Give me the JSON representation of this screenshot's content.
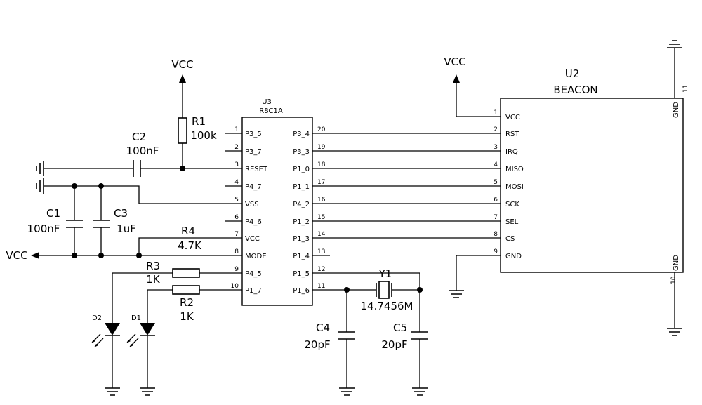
{
  "u3": {
    "ref": "U3",
    "part": "R8C1A",
    "left_pins": [
      {
        "num": "1",
        "name": "P3_5"
      },
      {
        "num": "2",
        "name": "P3_7"
      },
      {
        "num": "3",
        "name": "RESET"
      },
      {
        "num": "4",
        "name": "P4_7"
      },
      {
        "num": "5",
        "name": "VSS"
      },
      {
        "num": "6",
        "name": "P4_6"
      },
      {
        "num": "7",
        "name": "VCC"
      },
      {
        "num": "8",
        "name": "MODE"
      },
      {
        "num": "9",
        "name": "P4_5"
      },
      {
        "num": "10",
        "name": "P1_7"
      }
    ],
    "right_pins": [
      {
        "num": "20",
        "name": "P3_4"
      },
      {
        "num": "19",
        "name": "P3_3"
      },
      {
        "num": "18",
        "name": "P1_0"
      },
      {
        "num": "17",
        "name": "P1_1"
      },
      {
        "num": "16",
        "name": "P4_2"
      },
      {
        "num": "15",
        "name": "P1_2"
      },
      {
        "num": "14",
        "name": "P1_3"
      },
      {
        "num": "13",
        "name": "P1_4"
      },
      {
        "num": "12",
        "name": "P1_5"
      },
      {
        "num": "11",
        "name": "P1_6"
      }
    ]
  },
  "u2": {
    "ref": "U2",
    "part": "BEACON",
    "pins": [
      {
        "num": "1",
        "name": "VCC"
      },
      {
        "num": "2",
        "name": "RST"
      },
      {
        "num": "3",
        "name": "IRQ"
      },
      {
        "num": "4",
        "name": "MISO"
      },
      {
        "num": "5",
        "name": "MOSI"
      },
      {
        "num": "6",
        "name": "SCK"
      },
      {
        "num": "7",
        "name": "SEL"
      },
      {
        "num": "8",
        "name": "CS"
      },
      {
        "num": "9",
        "name": "GND"
      }
    ],
    "gnd_top": {
      "num": "11",
      "name": "GND"
    },
    "gnd_bottom": {
      "num": "10",
      "name": "GND"
    }
  },
  "components": {
    "r1": {
      "ref": "R1",
      "value": "100k"
    },
    "r2": {
      "ref": "R2",
      "value": "1K"
    },
    "r3": {
      "ref": "R3",
      "value": "1K"
    },
    "r4": {
      "ref": "R4",
      "value": "4.7K"
    },
    "c1": {
      "ref": "C1",
      "value": "100nF"
    },
    "c2": {
      "ref": "C2",
      "value": "100nF"
    },
    "c3": {
      "ref": "C3",
      "value": "1uF"
    },
    "c4": {
      "ref": "C4",
      "value": "20pF"
    },
    "c5": {
      "ref": "C5",
      "value": "20pF"
    },
    "y1": {
      "ref": "Y1",
      "value": "14.7456M"
    },
    "d1": {
      "ref": "D1"
    },
    "d2": {
      "ref": "D2"
    }
  },
  "power": {
    "vcc_r1": "VCC",
    "vcc_u2": "VCC",
    "vcc_left": "VCC"
  }
}
